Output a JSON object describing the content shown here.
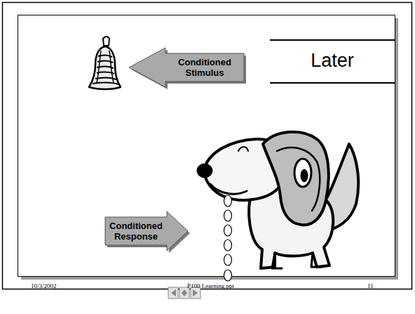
{
  "diagram": {
    "title": "Later",
    "nodes": [
      {
        "text": [
          "Conditioned Stimulus"
        ]
      },
      {
        "text": [
          "Conditioned Response"
        ]
      }
    ],
    "labels": [
      "10/3/2002",
      "P100 Learning.ppt",
      "11"
    ]
  }
}
